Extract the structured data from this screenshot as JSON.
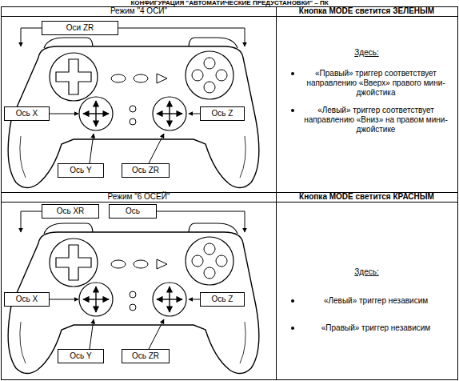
{
  "diagram": {
    "title": "КОНФИГУРАЦИЯ \"АВТОМАТИЧЕСКИЕ ПРЕДУСТАНОВКИ\" – ПК",
    "nodes": [
      {
        "text": [
          "Оси ZR"
        ]
      },
      {
        "text": [
          "Ось X"
        ]
      },
      {
        "text": [
          "Ось Z"
        ]
      },
      {
        "text": [
          "Ось Y"
        ]
      },
      {
        "text": [
          "Ось ZR"
        ]
      },
      {
        "text": [
          "Ось XR"
        ]
      },
      {
        "text": [
          "Ось"
        ]
      },
      {
        "text": [
          "Ось X"
        ]
      },
      {
        "text": [
          "Ось Z"
        ]
      },
      {
        "text": [
          "Ось Y"
        ]
      },
      {
        "text": [
          "Ось ZR"
        ]
      }
    ],
    "labels": [
      "Режим \"4 ОСИ\"",
      "Кнопка MODE светится ЗЕЛЕНЫМ",
      "Здесь:",
      "«Правый» триггер соответствует направлению «Вверх» правого мини-джойстика",
      "«Левый» триггер соответствует направлению «Вниз» на правом мини-джойстике",
      "Режим \"6 ОСЕЙ\"",
      "Кнопка MODE светится КРАСНЫМ",
      "Здесь:",
      "«Левый» триггер независим",
      "«Правый» триггер независим"
    ]
  }
}
